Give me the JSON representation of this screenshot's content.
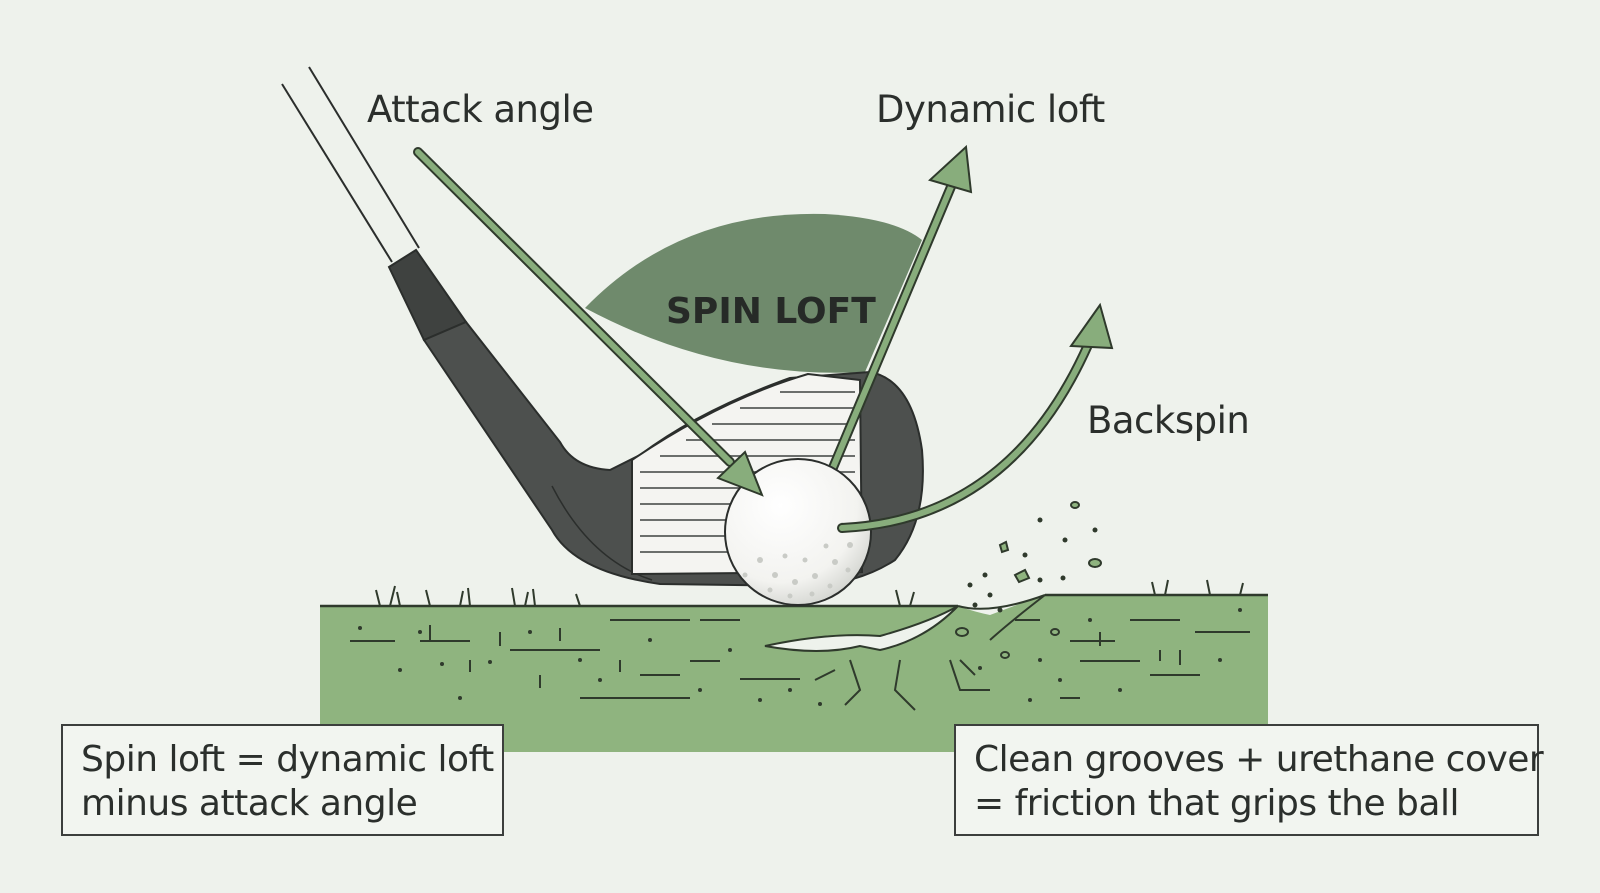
{
  "labels": {
    "attack_angle": "Attack angle",
    "dynamic_loft": "Dynamic loft",
    "backspin": "Backspin",
    "spin_loft": "SPIN LOFT"
  },
  "notes": {
    "left": {
      "line1": "Spin loft = dynamic loft",
      "line2": "minus attack angle"
    },
    "right": {
      "line1": "Clean grooves + urethane cover",
      "line2": "= friction that grips the ball"
    }
  },
  "colors": {
    "background": "#eef2ec",
    "turf": "#8fb47f",
    "arrow": "#88ad7c",
    "spin_loft_wedge": "#6f8a6c",
    "club": "#4b4d4c",
    "ball": "#f7f7f5"
  }
}
